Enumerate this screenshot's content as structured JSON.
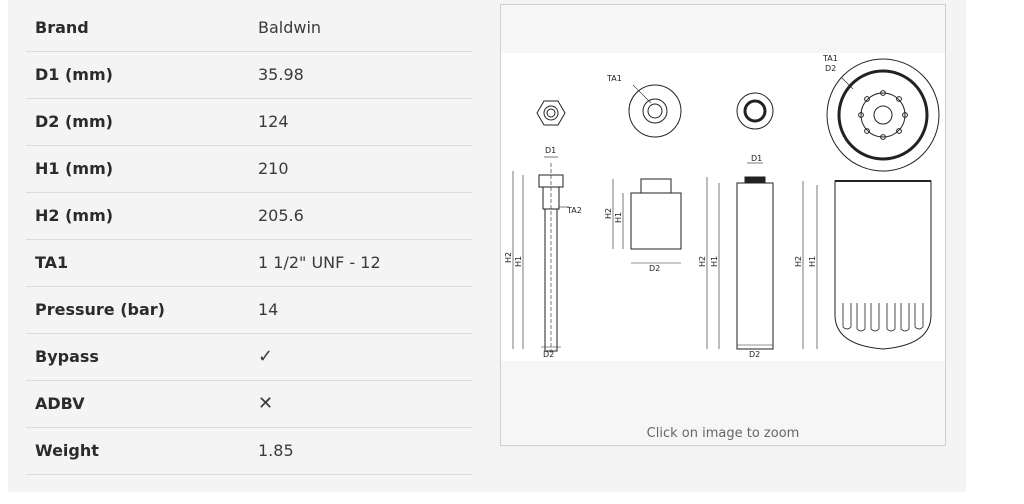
{
  "specs": [
    {
      "label": "Brand",
      "value": "Baldwin"
    },
    {
      "label": "D1 (mm)",
      "value": "35.98"
    },
    {
      "label": "D2 (mm)",
      "value": "124"
    },
    {
      "label": "H1 (mm)",
      "value": "210"
    },
    {
      "label": "H2 (mm)",
      "value": "205.6"
    },
    {
      "label": "TA1",
      "value": "1 1/2\" UNF - 12"
    },
    {
      "label": "Pressure (bar)",
      "value": "14"
    },
    {
      "label": "Bypass",
      "value": "✓"
    },
    {
      "label": "ADBV",
      "value": "✕"
    },
    {
      "label": "Weight",
      "value": "1.85"
    }
  ],
  "figure": {
    "caption": "Click on image to zoom",
    "labels": {
      "ta1": "TA1",
      "ta2": "TA2",
      "d1": "D1",
      "d2": "D2",
      "h1": "H1",
      "h2": "H2"
    }
  }
}
